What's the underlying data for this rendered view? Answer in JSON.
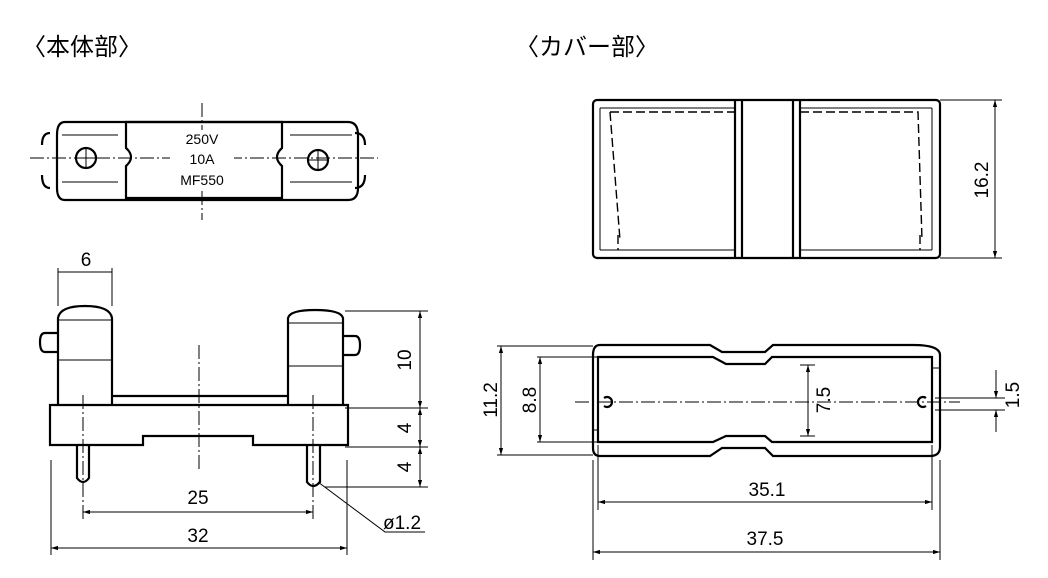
{
  "headings": {
    "body": "〈本体部〉",
    "cover": "〈カバー部〉"
  },
  "fuse_label": {
    "voltage": "250V",
    "current": "10A",
    "model": "MF550"
  },
  "body_dims": {
    "terminal_width": "6",
    "height_upper": "10",
    "height_base": "4",
    "pin_length": "4",
    "pin_pitch": "25",
    "overall_length": "32",
    "pin_diameter": "ø1.2"
  },
  "cover_dims": {
    "height": "16.2",
    "outer_width": "11.2",
    "inner_width": "8.8",
    "waist_width": "7.5",
    "hole": "1.5",
    "inner_length": "35.1",
    "outer_length": "37.5"
  }
}
